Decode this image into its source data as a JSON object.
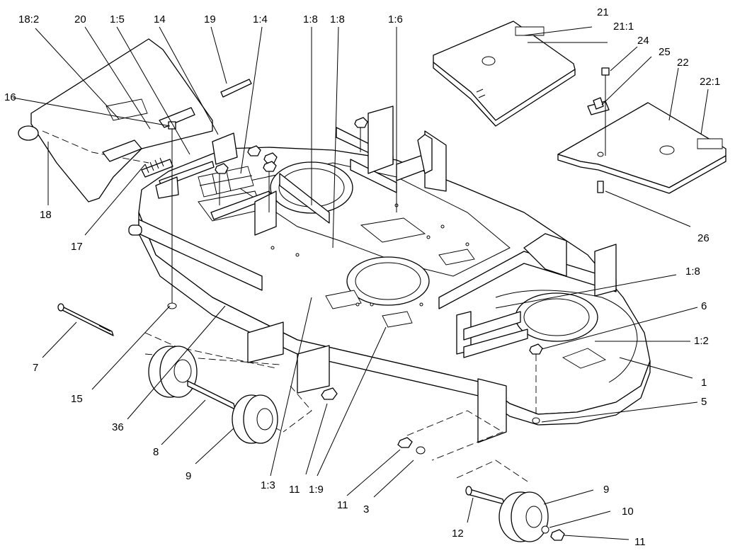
{
  "callouts": [
    "18:2",
    "20",
    "1:5",
    "14",
    "19",
    "1:4",
    "1:8",
    "1:8",
    "1:6",
    "21",
    "21:1",
    "24",
    "25",
    "22",
    "22:1",
    "16",
    "18",
    "17",
    "26",
    "1:8",
    "6",
    "1:2",
    "1",
    "5",
    "7",
    "15",
    "36",
    "8",
    "9",
    "1:3",
    "11",
    "1:9",
    "11",
    "3",
    "9",
    "10",
    "12",
    "11"
  ]
}
